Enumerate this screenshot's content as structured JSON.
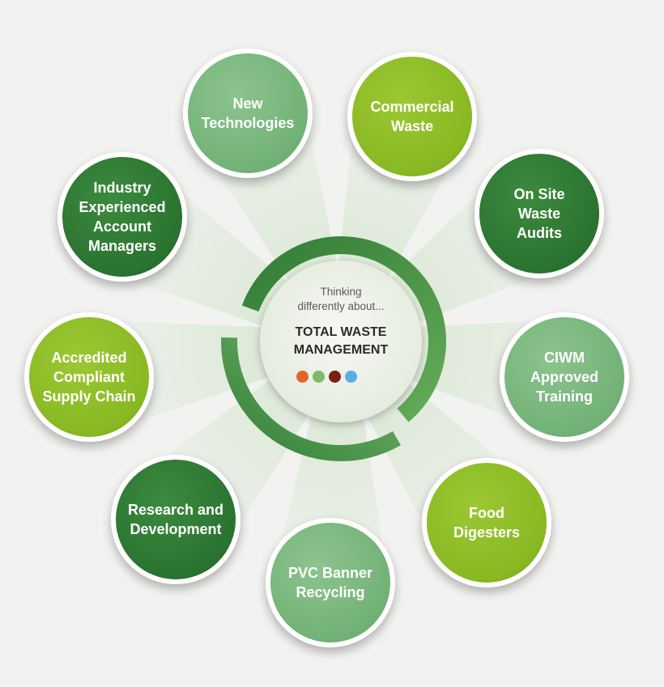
{
  "center": {
    "tagline": "Thinking\ndifferently about...",
    "title": "TOTAL WASTE\nMANAGEMENT",
    "dots": [
      {
        "name": "orange-dot",
        "color": "#e3642b"
      },
      {
        "name": "green-dot",
        "color": "#7dba6c"
      },
      {
        "name": "maroon-dot",
        "color": "#7a1f16"
      },
      {
        "name": "blue-dot",
        "color": "#5aaee2"
      }
    ]
  },
  "nodes": [
    {
      "label": "New\nTechnologies",
      "tone": "light"
    },
    {
      "label": "Commercial\nWaste",
      "tone": "lime"
    },
    {
      "label": "On Site\nWaste\nAudits",
      "tone": "dark"
    },
    {
      "label": "CIWM\nApproved\nTraining",
      "tone": "light"
    },
    {
      "label": "Food\nDigesters",
      "tone": "lime"
    },
    {
      "label": "PVC Banner\nRecycling",
      "tone": "light"
    },
    {
      "label": "Research and\nDevelopment",
      "tone": "dark"
    },
    {
      "label": "Accredited\nCompliant\nSupply Chain",
      "tone": "lime"
    },
    {
      "label": "Industry\nExperienced\nAccount\nManagers",
      "tone": "dark"
    }
  ]
}
